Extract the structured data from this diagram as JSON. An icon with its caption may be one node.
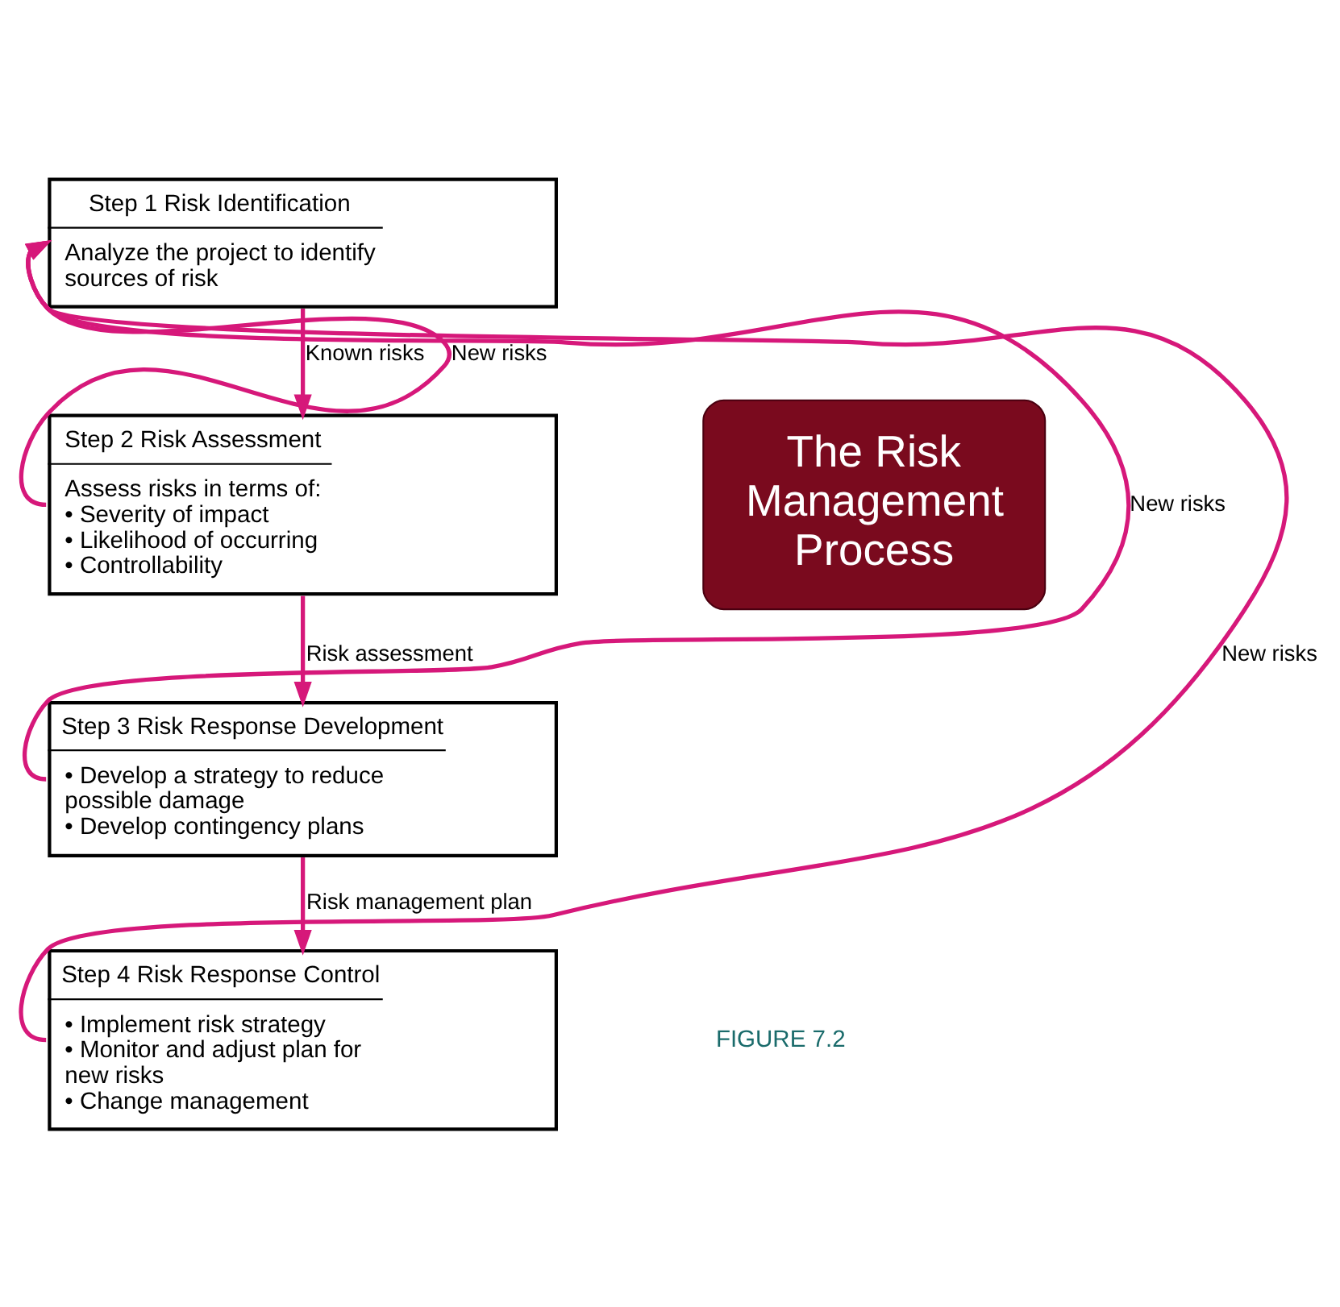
{
  "diagram": {
    "nodes": [
      {
        "text": [
          "Step 1 Risk Identification",
          "Analyze the project to identify sources of risk"
        ]
      },
      {
        "text": [
          "Step 2 Risk Assessment",
          "Assess risks in terms of:",
          "• Severity of impact",
          "• Likelihood of occurring",
          "• Controllability"
        ]
      },
      {
        "text": [
          "Step 3 Risk Response Development",
          "• Develop a strategy to reduce possible damage",
          "• Develop contingency plans"
        ]
      },
      {
        "text": [
          "Step 4 Risk Response Control",
          "• Implement risk strategy",
          "• Monitor and adjust plan for new risks",
          "• Change management"
        ]
      },
      {
        "text": [
          "The Risk Management Process"
        ]
      }
    ],
    "edges": [
      {
        "from": 0,
        "to": 1,
        "arrow": "to",
        "label": "Known risks"
      },
      {
        "from": 1,
        "to": 2,
        "arrow": "to",
        "label": "Risk assessment"
      },
      {
        "from": 2,
        "to": 3,
        "arrow": "to",
        "label": "Risk management plan"
      },
      {
        "from": 1,
        "to": 0,
        "arrow": "to",
        "label": "New risks"
      },
      {
        "from": 2,
        "to": 0,
        "arrow": "to",
        "label": "New risks"
      },
      {
        "from": 3,
        "to": 0,
        "arrow": "to",
        "label": "New risks"
      }
    ],
    "labels": [
      "FIGURE 7.2"
    ]
  }
}
